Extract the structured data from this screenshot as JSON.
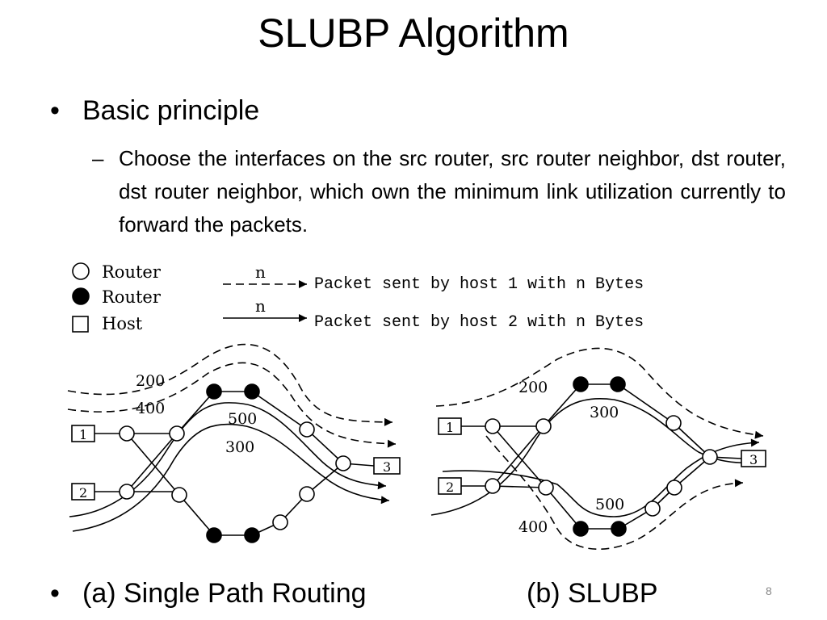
{
  "title": "SLUBP Algorithm",
  "bullet_main": "Basic principle",
  "sub_bullet": "Choose the interfaces on the src router, src router neighbor, dst router, dst router neighbor, which own the minimum link utilization currently to forward the packets.",
  "legend": {
    "router_hollow": "Router",
    "router_filled": "Router",
    "host": "Host",
    "dashed_n": "n",
    "dashed_desc": "Packet sent by host 1 with n Bytes",
    "solid_n": "n",
    "solid_desc": "Packet sent by host 2 with n Bytes"
  },
  "diagram_a": {
    "host1": "1",
    "host2": "2",
    "host3": "3",
    "label_200": "200",
    "label_400": "400",
    "label_500": "500",
    "label_300": "300"
  },
  "diagram_b": {
    "host1": "1",
    "host2": "2",
    "host3": "3",
    "label_200": "200",
    "label_300": "300",
    "label_500": "500",
    "label_400": "400"
  },
  "caption_a": "(a) Single Path Routing",
  "caption_b": "(b) SLUBP",
  "bullet_dot": "•",
  "sub_dash": "–",
  "page_number": "8"
}
